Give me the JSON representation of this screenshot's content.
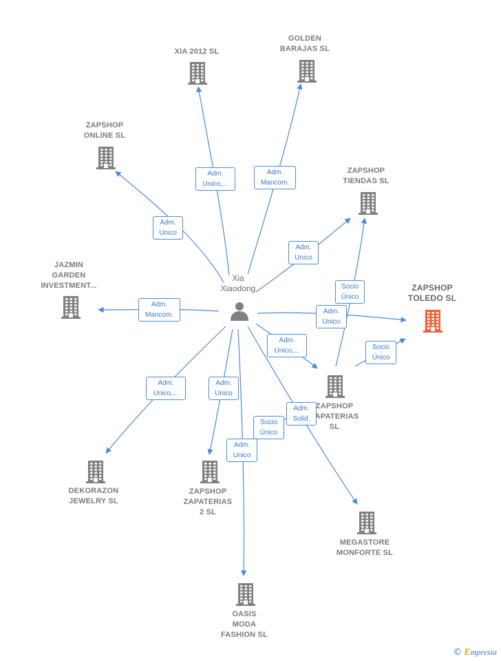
{
  "person": {
    "label": "Xia\nXiaodong",
    "icon": "person-icon"
  },
  "colors": {
    "edge": "#4a89dc",
    "building": "#808080",
    "highlight": "#f26135"
  },
  "companies": [
    {
      "id": "xia2012",
      "label": "XIA 2012 SL"
    },
    {
      "id": "golden",
      "label": "GOLDEN\nBARAJAS SL"
    },
    {
      "id": "zonline",
      "label": "ZAPSHOP\nONLINE SL"
    },
    {
      "id": "ztiendas",
      "label": "ZAPSHOP\nTIENDAS SL"
    },
    {
      "id": "jazmin",
      "label": "JAZMIN\nGARDEN\nINVESTMENT..."
    },
    {
      "id": "ztoledo",
      "label": "ZAPSHOP\nTOLEDO SL",
      "highlight": true
    },
    {
      "id": "zzapaterias",
      "label": "ZAPSHOP\nZAPATERIAS\nSL"
    },
    {
      "id": "dekorazon",
      "label": "DEKORAZON\nJEWELRY SL"
    },
    {
      "id": "zzap2",
      "label": "ZAPSHOP\nZAPATERIAS\n2 SL"
    },
    {
      "id": "megastore",
      "label": "MEGASTORE\nMONFORTE SL"
    },
    {
      "id": "oasis",
      "label": "OASIS\nMODA\nFASHION SL"
    }
  ],
  "edge_labels": [
    "Adm.\nUnico,...",
    "Adm.\nMancom.",
    "Adm.\nUnico",
    "Adm.\nUnico",
    "Adm.\nMancom.",
    "Adm.\nUnico",
    "Socio\nÚnico",
    "Adm.\nUnico,...",
    "Socio\nÚnico",
    "Adm.\nUnico,...",
    "Adm.\nUnico",
    "Adm.\nSolid.",
    "Socio\nÚnico",
    "Adm.\nUnico"
  ],
  "brand": {
    "copyright": "©",
    "initial": "E",
    "name": "mpresia"
  }
}
